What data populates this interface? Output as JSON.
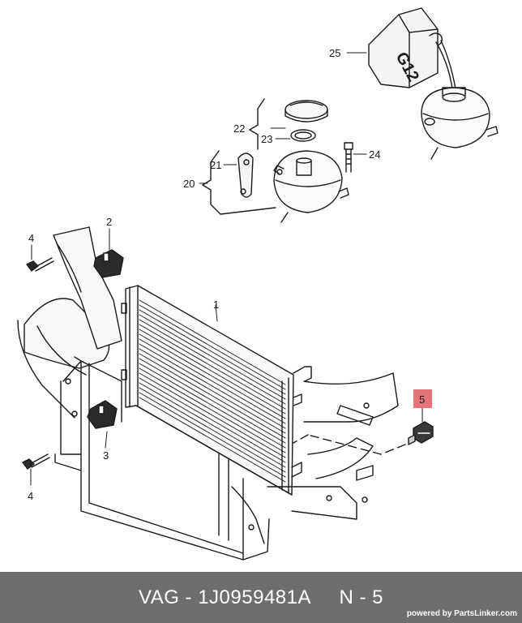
{
  "diagram": {
    "callouts": {
      "c1": "1",
      "c2": "2",
      "c3": "3",
      "c4a": "4",
      "c4b": "4",
      "c5": "5",
      "c20": "20",
      "c21": "21",
      "c22": "22",
      "c23": "23",
      "c24": "24",
      "c25": "25"
    },
    "canister_label": "G12",
    "highlight_color": "#e5747a"
  },
  "footer": {
    "brand": "VAG",
    "part_number": "1J0959481A",
    "position": "N - 5",
    "powered_by": "powered by PartsLinker.com"
  }
}
